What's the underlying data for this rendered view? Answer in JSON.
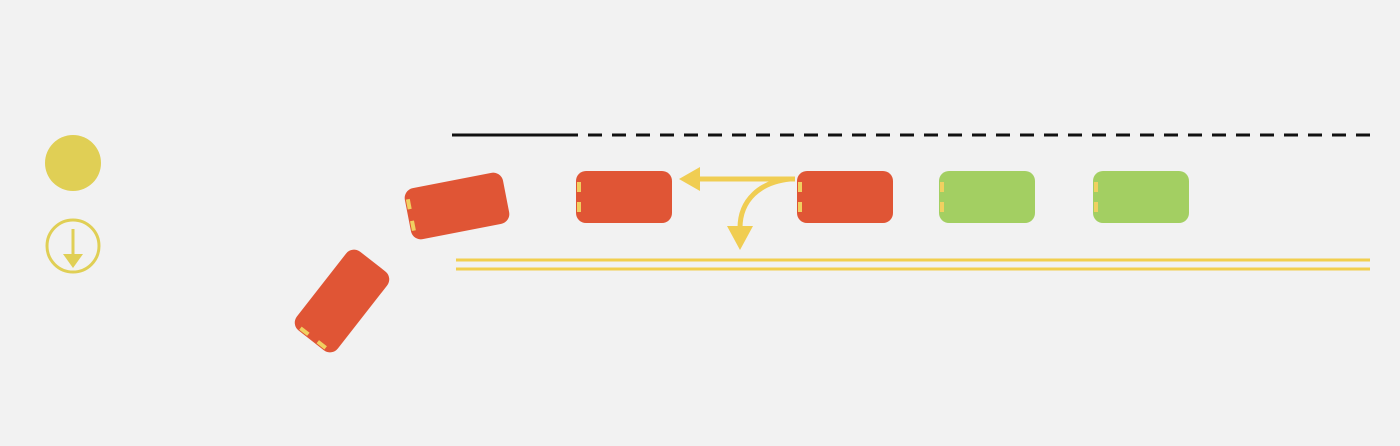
{
  "colors": {
    "background": "#f2f2f2",
    "car_stopped": "#e05535",
    "car_go": "#a3cf62",
    "signal": "#e0cf55",
    "arrow": "#f0cd52",
    "lane_line": "#111111",
    "center_line": "#f2cf4e",
    "headlight": "#f0d060"
  },
  "legend": {
    "items": [
      {
        "icon": "solid-yellow-circle-icon"
      },
      {
        "icon": "yellow-circle-down-arrow-icon"
      }
    ]
  },
  "lane_markings": {
    "top_boundary": [
      "solid-segment",
      "dashed-segment"
    ],
    "center_line": "double-yellow"
  },
  "vehicles": [
    {
      "id": "red-car-angled-left",
      "status": "stopped",
      "heading": "left"
    },
    {
      "id": "red-car-turning",
      "status": "stopped",
      "heading": "left"
    },
    {
      "id": "red-car-1",
      "status": "stopped",
      "heading": "left"
    },
    {
      "id": "red-car-2",
      "status": "stopped",
      "heading": "left"
    },
    {
      "id": "green-car-1",
      "status": "go",
      "heading": "left"
    },
    {
      "id": "green-car-2",
      "status": "go",
      "heading": "left"
    }
  ],
  "maneuver_arrows": [
    "straight-left-arrow-icon",
    "turn-down-arrow-icon"
  ]
}
